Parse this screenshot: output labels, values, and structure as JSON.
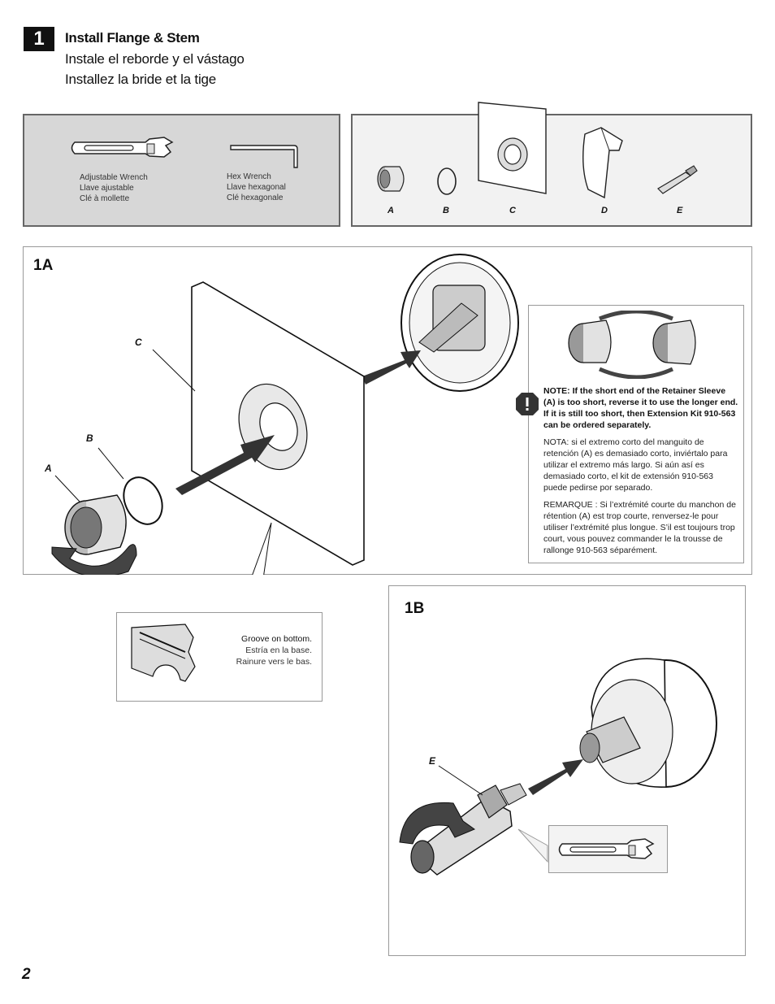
{
  "step": {
    "number": "1",
    "title": "Install Flange & Stem",
    "title_es": "Instale el reborde y el vástago",
    "title_fr": "Installez la bride et la tige"
  },
  "tools": [
    {
      "icon": "adjustable-wrench-icon",
      "en": "Adjustable Wrench",
      "es": "Llave ajustable",
      "fr": "Clé à mollette"
    },
    {
      "icon": "hex-wrench-icon",
      "en": "Hex Wrench",
      "es": "Llave hexagonal",
      "fr": "Clé hexagonale"
    }
  ],
  "parts": [
    "A",
    "B",
    "C",
    "D",
    "E"
  ],
  "panel_1a": {
    "title": "1A",
    "callouts": {
      "a": "A",
      "b": "B",
      "c": "C"
    },
    "note": {
      "en": "NOTE: If the short end of the Retainer Sleeve (A) is too short, reverse it to use the longer end. If it is still too short, then Extension Kit 910-563 can be ordered separately.",
      "es": "NOTA: si el extremo corto del manguito de retención (A) es demasiado corto, inviértalo para utilizar el extremo más largo. Si aún así es demasiado corto, el kit de extensión 910-563 puede pedirse por separado.",
      "fr": "REMARQUE : Si l’extrémité courte du manchon de rétention (A) est trop courte, renversez-le pour utiliser l’extrémité plus longue. S’il est toujours trop court, vous pouvez commander le la trousse de rallonge 910-563 séparément."
    },
    "groove": {
      "en": "Groove on bottom.",
      "es": "Estría en la base.",
      "fr": "Rainure vers le bas."
    }
  },
  "panel_1b": {
    "title": "1B",
    "callouts": {
      "e": "E"
    }
  },
  "page_number": "2",
  "colors": {
    "panel_bg_tools": "#d7d7d7",
    "panel_bg_parts": "#f2f2f2",
    "ink": "#111111"
  }
}
